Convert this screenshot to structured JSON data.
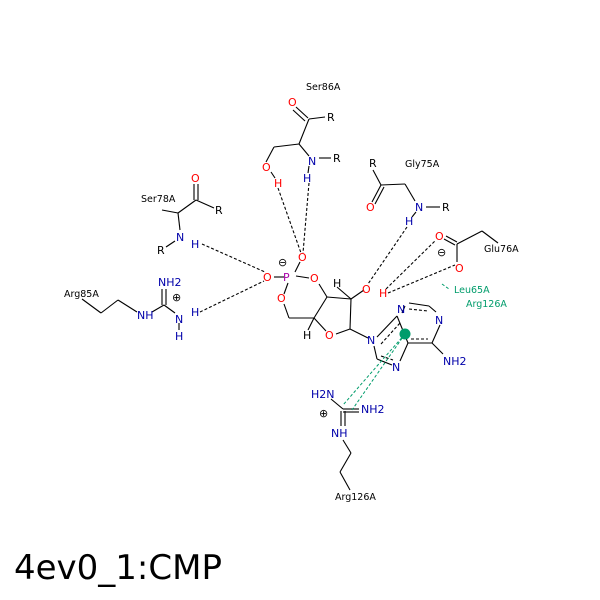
{
  "title": "4ev0_1:CMP",
  "colors": {
    "bond": "#000000",
    "oxygen": "#ff0000",
    "nitrogen": "#0000aa",
    "phosphorus": "#aa00aa",
    "hbond": "#000000",
    "pi_interaction": "#009c6b"
  },
  "residues": {
    "ser86": "Ser86A",
    "gly75": "Gly75A",
    "ser78": "Ser78A",
    "glu76": "Glu76A",
    "arg85": "Arg85A",
    "leu65": "Leu65A",
    "arg126_contact": "Arg126A",
    "arg126": "Arg126A"
  },
  "atoms": {
    "O": "O",
    "N": "N",
    "NH": "NH",
    "H": "H",
    "P": "P",
    "R": "R",
    "NH2": "NH2",
    "H2N": "H2N",
    "plus": "⊕",
    "minus": "⊖"
  }
}
